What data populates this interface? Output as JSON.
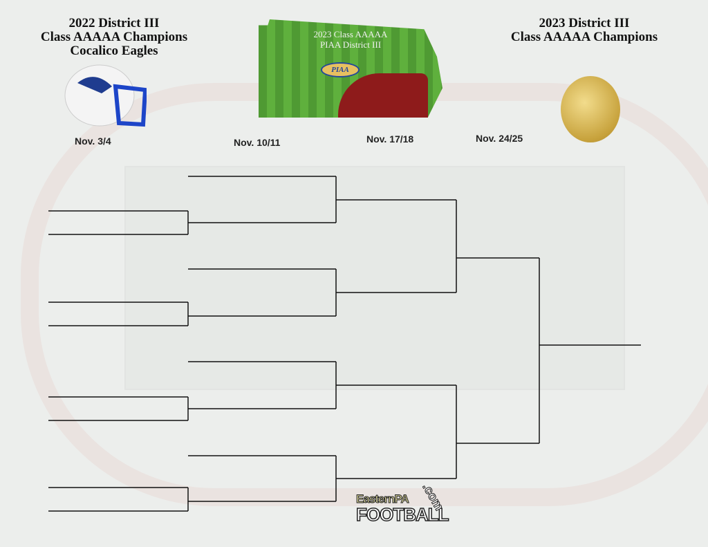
{
  "left_title": [
    "2022 District III",
    "Class AAAAA Champions",
    "Cocalico Eagles"
  ],
  "right_title": [
    "2023 District III",
    "Class AAAAA Champions"
  ],
  "map": {
    "title_line1": "2023 Class AAAAA",
    "title_line2": "PIAA District III",
    "badge": "PIAA"
  },
  "dates": [
    "Nov. 3/4",
    "Nov. 10/11",
    "Nov. 17/18",
    "Nov. 24/25"
  ],
  "logo": {
    "line1": "EasternPA",
    "line2": "FOOTBALL",
    "suffix": ".com"
  },
  "colors": {
    "line": "#111111",
    "region": "#8e1b1b",
    "field": "#5fb03d"
  }
}
